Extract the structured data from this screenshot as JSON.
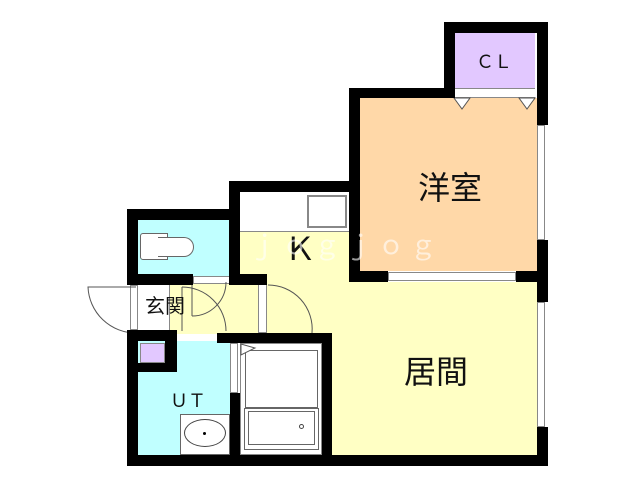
{
  "floorplan": {
    "rooms": {
      "closet": {
        "label": "ＣＬ",
        "color": "#e2c8ff"
      },
      "western_room": {
        "label": "洋室",
        "color": "#ffd8a8"
      },
      "kitchen": {
        "label": "Ｋ",
        "color": "#ffffc4"
      },
      "living": {
        "label": "居間",
        "color": "#ffffc4"
      },
      "entrance": {
        "label": "玄関",
        "color": "#ffffff"
      },
      "toilet": {
        "label": "",
        "color": "#c0ffff"
      },
      "utility": {
        "label": "ＵＴ",
        "color": "#c0ffff"
      },
      "bath": {
        "label": "",
        "color": "#ffffff"
      }
    },
    "watermark": "ｊｏｇｊｏｇ",
    "wall_color": "#000000"
  }
}
